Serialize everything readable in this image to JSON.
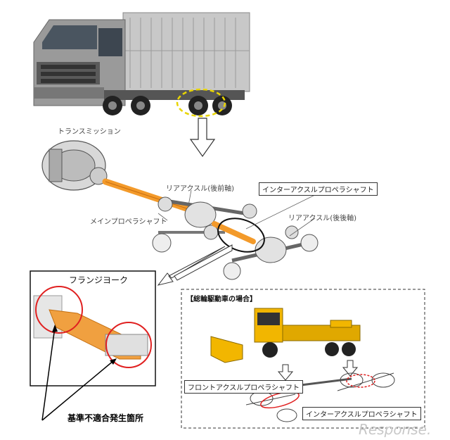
{
  "labels": {
    "transmission": "トランスミッション",
    "rear_axle_front": "リアアクスル(後前軸)",
    "inter_axle_shaft_top": "インターアクスルプロペラシャフト",
    "main_shaft": "メインプロペラシャフト",
    "rear_axle_rear": "リアアクスル(後後軸)",
    "flange_yoke": "フランジヨーク",
    "awd_case": "【総輪駆動車の場合】",
    "front_axle_shaft": "フロントアクスルプロペラシャフト",
    "inter_axle_shaft_bottom": "インターアクスルプロペラシャフト",
    "nonconformity": "基準不適合発生箇所"
  },
  "watermark": "Response."
}
